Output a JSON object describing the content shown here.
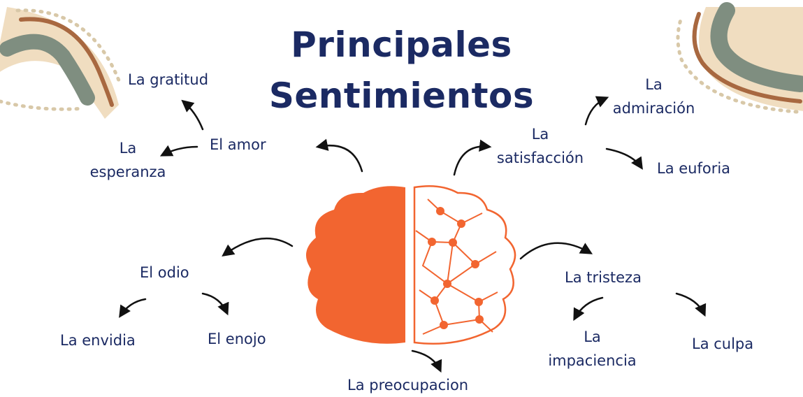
{
  "title": {
    "line1": "Principales",
    "line2": "Sentimientos"
  },
  "nodes": {
    "amor": "El amor",
    "gratitud": "La gratitud",
    "esperanza": {
      "line1": "La",
      "line2": "esperanza"
    },
    "satisfaccion": {
      "line1": "La",
      "line2": "satisfacción"
    },
    "admiracion": {
      "line1": "La",
      "line2": "admiración"
    },
    "euforia": "La euforia",
    "odio": "El odio",
    "envidia": "La envidia",
    "enojo": "El enojo",
    "tristeza": "La tristeza",
    "impaciencia": {
      "line1": "La",
      "line2": "impaciencia"
    },
    "culpa": "La culpa",
    "preocupacion": "La preocupacion"
  },
  "colors": {
    "text": "#1b2a63",
    "brain": "#f26530",
    "arrow": "#111111",
    "arc_green": "#7f8e80",
    "arc_brown": "#a86840",
    "arc_beige": "#f0ddc0",
    "dots": "#d8c8a8"
  },
  "icons": [
    "brain-icon",
    "decorative-arc-top-left",
    "decorative-arc-top-right"
  ]
}
